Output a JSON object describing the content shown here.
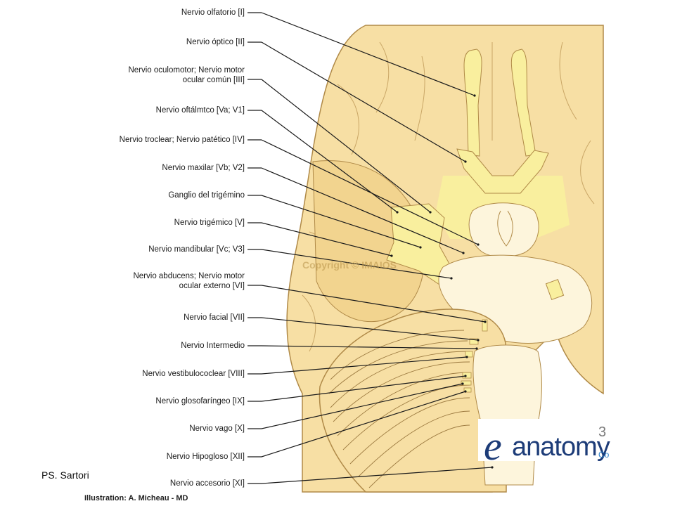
{
  "labels": [
    {
      "lines": [
        "Nervio olfatorio [I]"
      ]
    },
    {
      "lines": [
        "Nervio óptico [II]"
      ]
    },
    {
      "lines": [
        "Nervio oculomotor; Nervio motor",
        "ocular común [III]"
      ]
    },
    {
      "lines": [
        "Nervio oftálmtco [Va; V1]"
      ]
    },
    {
      "lines": [
        "Nervio troclear; Nervio patético [IV]"
      ]
    },
    {
      "lines": [
        "Nervio maxilar [Vb; V2]"
      ]
    },
    {
      "lines": [
        "Ganglio del trigémino"
      ]
    },
    {
      "lines": [
        "Nervio trigémico [V]"
      ]
    },
    {
      "lines": [
        "Nervio mandibular [Vc; V3]"
      ]
    },
    {
      "lines": [
        "Nervio abducens; Nervio motor",
        "ocular externo [VI]"
      ]
    },
    {
      "lines": [
        "Nervio facial [VII]"
      ]
    },
    {
      "lines": [
        "Nervio Intermedio"
      ]
    },
    {
      "lines": [
        "Nervio vestibulococlear [VIII]"
      ]
    },
    {
      "lines": [
        "Nervio glosofaríngeo [IX]"
      ]
    },
    {
      "lines": [
        "Nervio vago [X]"
      ]
    },
    {
      "lines": [
        "Nervio Hipogloso [XII]"
      ]
    },
    {
      "lines": [
        "Nervio accesorio [XI]"
      ]
    }
  ],
  "credit": "Illustration: A. Micheau - MD",
  "signature": "PS. Sartori",
  "watermark": "Copyright © IMAIOS",
  "logo": {
    "e": "e",
    "word": "anatomy",
    "sup": "3",
    "suffix": "Co"
  },
  "colors": {
    "brain": "#f7dfa4",
    "brain_dark": "#f2cf86",
    "nerve": "#f9ef9e",
    "pons": "#fdf5dc",
    "outline": "#b08a48",
    "leader": "#1a1a1a",
    "logo": "#1d3c78"
  }
}
